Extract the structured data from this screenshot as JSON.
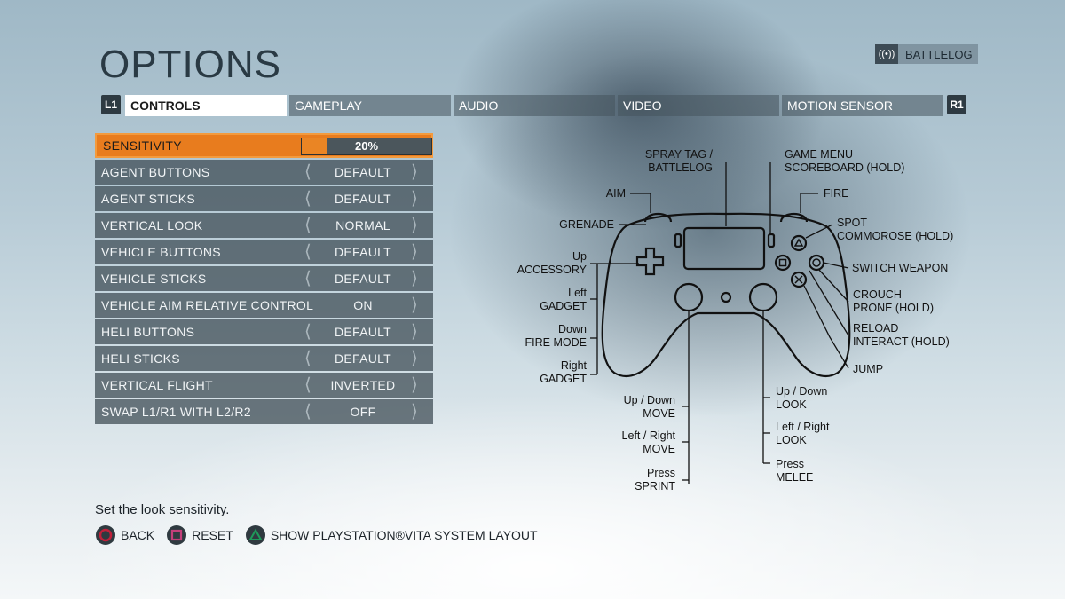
{
  "header": {
    "title": "OPTIONS",
    "battlelog_label": "BATTLELOG",
    "battlelog_icon": "network-icon"
  },
  "tabs": {
    "left_bumper": "L1",
    "right_bumper": "R1",
    "items": [
      {
        "label": "CONTROLS",
        "active": true
      },
      {
        "label": "GAMEPLAY",
        "active": false
      },
      {
        "label": "AUDIO",
        "active": false
      },
      {
        "label": "VIDEO",
        "active": false
      },
      {
        "label": "MOTION SENSOR",
        "active": false
      }
    ]
  },
  "options": [
    {
      "name": "SENSITIVITY",
      "value": "20%",
      "type": "slider",
      "level": 0.2
    },
    {
      "name": "AGENT BUTTONS",
      "value": "DEFAULT"
    },
    {
      "name": "AGENT STICKS",
      "value": "DEFAULT"
    },
    {
      "name": "VERTICAL LOOK",
      "value": "NORMAL"
    },
    {
      "name": "VEHICLE BUTTONS",
      "value": "DEFAULT"
    },
    {
      "name": "VEHICLE STICKS",
      "value": "DEFAULT"
    },
    {
      "name": "VEHICLE AIM RELATIVE CONTROL",
      "value": "ON"
    },
    {
      "name": "HELI BUTTONS",
      "value": "DEFAULT"
    },
    {
      "name": "HELI STICKS",
      "value": "DEFAULT"
    },
    {
      "name": "VERTICAL FLIGHT",
      "value": "INVERTED"
    },
    {
      "name": "SWAP L1/R1 WITH L2/R2",
      "value": "OFF"
    }
  ],
  "controller": {
    "spray": [
      "SPRAY TAG /",
      "BATTLELOG"
    ],
    "menu": [
      "GAME MENU",
      "SCOREBOARD (HOLD)"
    ],
    "aim": "AIM",
    "fire": "FIRE",
    "grenade": "GRENADE",
    "spot": [
      "SPOT",
      "COMMOROSE (HOLD)"
    ],
    "accessory": [
      "Up",
      "ACCESSORY"
    ],
    "switch_weapon": "SWITCH WEAPON",
    "gadget_left": [
      "Left",
      "GADGET"
    ],
    "crouch": [
      "CROUCH",
      "PRONE (HOLD)"
    ],
    "fire_mode": [
      "Down",
      "FIRE MODE"
    ],
    "reload": [
      "RELOAD",
      "INTERACT (HOLD)"
    ],
    "gadget_right": [
      "Right",
      "GADGET"
    ],
    "jump": "JUMP",
    "move_ud": [
      "Up / Down",
      "MOVE"
    ],
    "move_lr": [
      "Left / Right",
      "MOVE"
    ],
    "sprint": [
      "Press",
      "SPRINT"
    ],
    "look_ud": [
      "Up / Down",
      "LOOK"
    ],
    "look_lr": [
      "Left / Right",
      "LOOK"
    ],
    "melee": [
      "Press",
      "MELEE"
    ]
  },
  "footer": {
    "hint": "Set the look sensitivity.",
    "back": "BACK",
    "reset": "RESET",
    "vita": "SHOW PLAYSTATION®VITA SYSTEM LAYOUT"
  },
  "colors": {
    "accent": "#e87c1e",
    "row_bg": "#3a4850",
    "circle": "#c0203a",
    "square": "#c33f7a",
    "triangle": "#1f9a5a"
  }
}
